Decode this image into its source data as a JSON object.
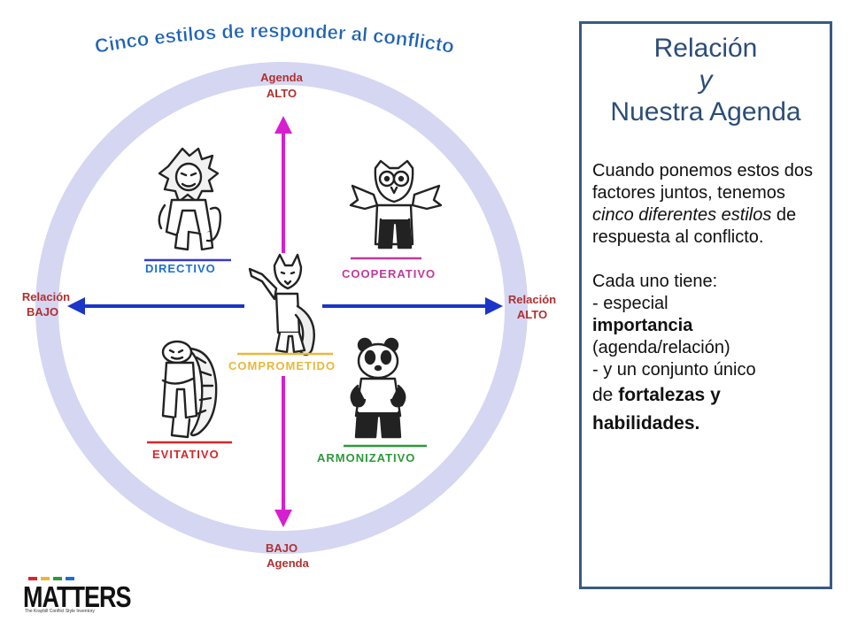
{
  "diagram": {
    "title": "Cinco estilos de responder al conflicto",
    "axes": {
      "top": [
        "Agenda",
        "ALTO"
      ],
      "bottom": [
        "BAJO",
        "Agenda"
      ],
      "left": [
        "Relación",
        "BAJO"
      ],
      "right": [
        "Relación",
        "ALTO"
      ]
    },
    "styles": [
      {
        "label": "DIRECTIVO",
        "icon": "lion-icon",
        "color": "#1a6fd1"
      },
      {
        "label": "COOPERATIVO",
        "icon": "owl-icon",
        "color": "#c03a9a"
      },
      {
        "label": "COMPROMETIDO",
        "icon": "fox-icon",
        "color": "#e8b83a"
      },
      {
        "label": "EVITATIVO",
        "icon": "turtle-icon",
        "color": "#d9262a"
      },
      {
        "label": "ARMONIZATIVO",
        "icon": "panda-icon",
        "color": "#2b9a3a"
      }
    ],
    "colors": {
      "ring": "#d5d6f2",
      "vertical_axis": "#d61fd0",
      "horizontal_axis": "#1a35c8",
      "labels": "#b03030",
      "title": "#1f63b5"
    }
  },
  "panel": {
    "title_line1": "Relación",
    "title_line2": "y",
    "title_line3": "Nuestra Agenda",
    "p1_a": "Cuando ponemos estos dos factores juntos, tenemos ",
    "p1_em": "cinco diferentes estilos",
    "p1_b": " de respuesta al conflicto.",
    "p2_intro": "Cada uno tiene:",
    "p2_line1": "- especial",
    "p2_strong1": "importancia",
    "p2_line2": "(agenda/relación)",
    "p2_line3": "- y un conjunto único",
    "p2_line4_a": "de ",
    "p2_strong2": "fortalezas y",
    "p2_strong3": "habilidades."
  },
  "logo": {
    "word": "MATTERS",
    "tagline": "The Kraybill Conflict Style Inventory"
  }
}
